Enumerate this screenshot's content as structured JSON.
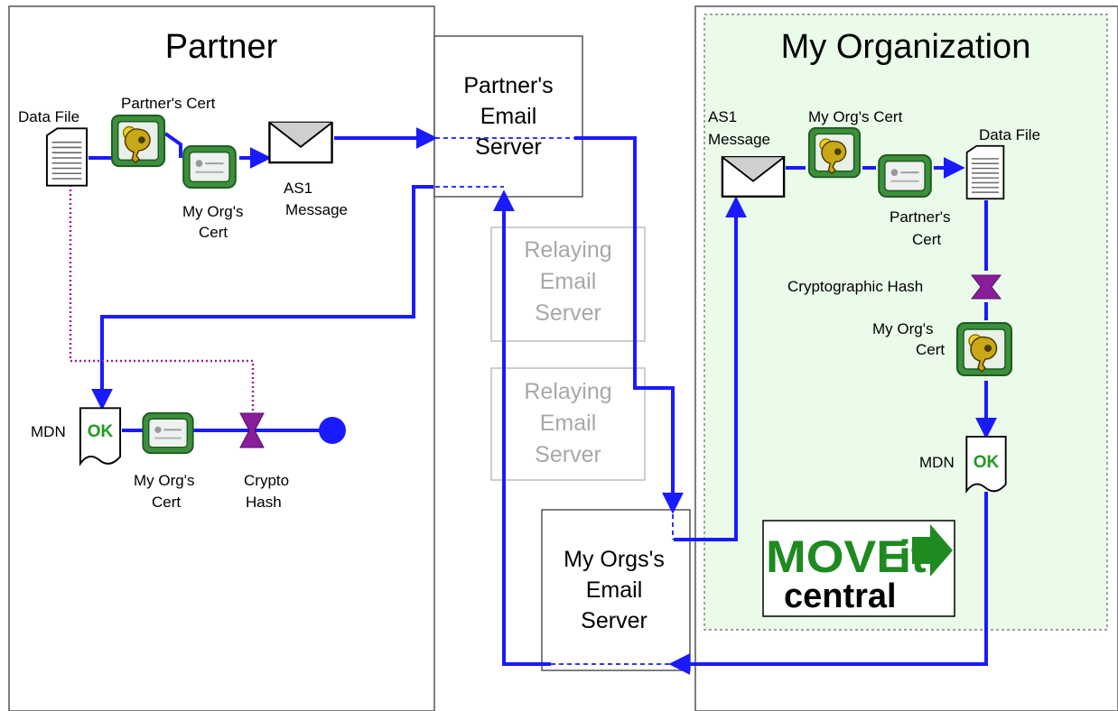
{
  "regions": {
    "partner_title": "Partner",
    "my_org_title": "My Organization"
  },
  "servers": {
    "partner_email": [
      "Partner's",
      "Email",
      "Server"
    ],
    "relay_1": [
      "Relaying",
      "Email",
      "Server"
    ],
    "relay_2": [
      "Relaying",
      "Email",
      "Server"
    ],
    "my_org_email": [
      "My Orgs's",
      "Email",
      "Server"
    ]
  },
  "partner_side": {
    "data_file": "Data File",
    "partner_cert": "Partner's Cert",
    "my_org_cert": [
      "My Org's",
      "Cert"
    ],
    "as1_message": [
      "AS1",
      "Message"
    ],
    "mdn": "MDN",
    "mdn_ok": "OK",
    "mdn_cert": [
      "My Org's",
      "Cert"
    ],
    "crypto_hash": [
      "Crypto",
      "Hash"
    ]
  },
  "org_side": {
    "as1_message": [
      "AS1",
      "Message"
    ],
    "my_org_cert_top": "My Org's Cert",
    "data_file": "Data File",
    "partner_cert": [
      "Partner's",
      "Cert"
    ],
    "crypto_hash": "Cryptographic Hash",
    "my_org_cert_mid": [
      "My Org's",
      "Cert"
    ],
    "mdn": "MDN",
    "mdn_ok": "OK"
  },
  "logo": {
    "line1": "MOVE",
    "line1b": "it",
    "line2": "central"
  },
  "colors": {
    "flow": "#1a1aff",
    "hash_line": "#a020a0",
    "org_fill": "#eafbea",
    "cert_green": "#3c8f3c",
    "relay_text": "#a8a8a8"
  }
}
